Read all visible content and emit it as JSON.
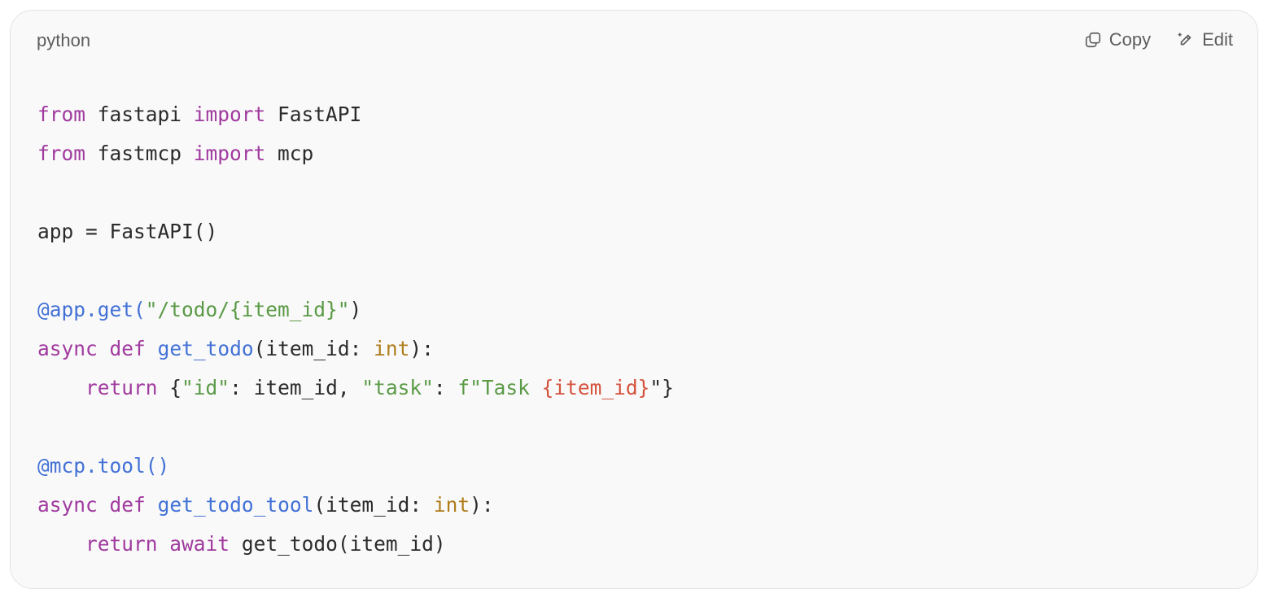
{
  "header": {
    "language": "python",
    "copy_label": "Copy",
    "edit_label": "Edit",
    "copy_icon": "copy-icon",
    "edit_icon": "pencil-icon"
  },
  "colors": {
    "keyword": "#a03a9f",
    "function": "#4271d6",
    "string": "#5a9a46",
    "type": "#b07d1b",
    "interpolation": "#d4523c",
    "plain": "#2b2b2b"
  },
  "code": {
    "lines": [
      [
        {
          "t": "kw",
          "v": "from"
        },
        {
          "t": "plain",
          "v": " fastapi "
        },
        {
          "t": "kw",
          "v": "import"
        },
        {
          "t": "plain",
          "v": " FastAPI"
        }
      ],
      [
        {
          "t": "kw",
          "v": "from"
        },
        {
          "t": "plain",
          "v": " fastmcp "
        },
        {
          "t": "kw",
          "v": "import"
        },
        {
          "t": "plain",
          "v": " mcp"
        }
      ],
      [],
      [
        {
          "t": "plain",
          "v": "app = FastAPI()"
        }
      ],
      [],
      [
        {
          "t": "fn",
          "v": "@app.get("
        },
        {
          "t": "str",
          "v": "\"/todo/{item_id}\""
        },
        {
          "t": "plain",
          "v": ")"
        }
      ],
      [
        {
          "t": "kw",
          "v": "async"
        },
        {
          "t": "plain",
          "v": " "
        },
        {
          "t": "kw",
          "v": "def"
        },
        {
          "t": "plain",
          "v": " "
        },
        {
          "t": "fn",
          "v": "get_todo"
        },
        {
          "t": "plain",
          "v": "(item_id: "
        },
        {
          "t": "type",
          "v": "int"
        },
        {
          "t": "plain",
          "v": "):"
        }
      ],
      [
        {
          "t": "plain",
          "v": "    "
        },
        {
          "t": "kw",
          "v": "return"
        },
        {
          "t": "plain",
          "v": " {"
        },
        {
          "t": "str",
          "v": "\"id\""
        },
        {
          "t": "plain",
          "v": ": item_id, "
        },
        {
          "t": "str",
          "v": "\"task\""
        },
        {
          "t": "plain",
          "v": ": "
        },
        {
          "t": "str",
          "v": "f\"Task "
        },
        {
          "t": "interp",
          "v": "{item_id}"
        },
        {
          "t": "plain",
          "v": "\"}"
        }
      ],
      [],
      [
        {
          "t": "fn",
          "v": "@mcp.tool()"
        }
      ],
      [
        {
          "t": "kw",
          "v": "async"
        },
        {
          "t": "plain",
          "v": " "
        },
        {
          "t": "kw",
          "v": "def"
        },
        {
          "t": "plain",
          "v": " "
        },
        {
          "t": "fn",
          "v": "get_todo_tool"
        },
        {
          "t": "plain",
          "v": "(item_id: "
        },
        {
          "t": "type",
          "v": "int"
        },
        {
          "t": "plain",
          "v": "):"
        }
      ],
      [
        {
          "t": "plain",
          "v": "    "
        },
        {
          "t": "kw",
          "v": "return"
        },
        {
          "t": "plain",
          "v": " "
        },
        {
          "t": "kw",
          "v": "await"
        },
        {
          "t": "plain",
          "v": " get_todo(item_id)"
        }
      ]
    ]
  }
}
